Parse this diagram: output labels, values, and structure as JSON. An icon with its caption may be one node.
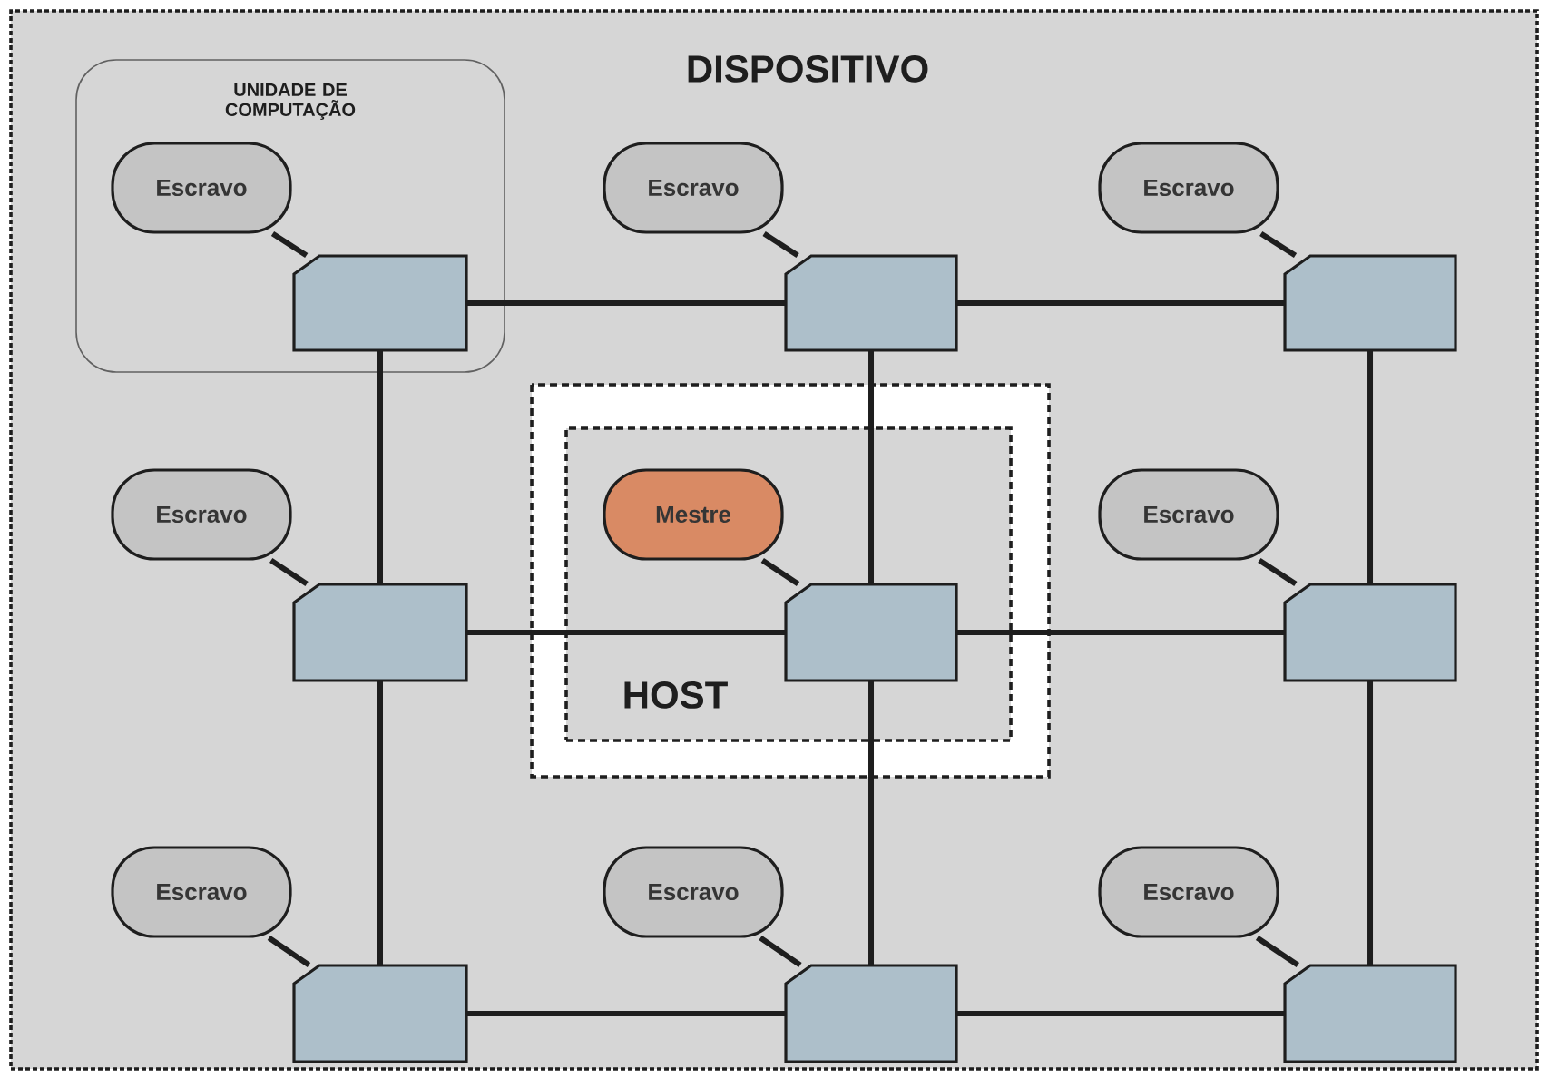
{
  "diagram": {
    "nodes": [
      {
        "text": [
          "DISPOSITIVO"
        ]
      },
      {
        "text": [
          "UNIDADE DE COMPUTAÇÃO"
        ],
        "in": 0
      },
      {
        "text": [
          "Escravo"
        ],
        "in": 1
      },
      {
        "text": [],
        "shape": "box",
        "in": 1
      },
      {
        "text": [
          "Escravo"
        ],
        "in": 0
      },
      {
        "text": [],
        "shape": "box",
        "in": 0
      },
      {
        "text": [
          "Escravo"
        ],
        "in": 0
      },
      {
        "text": [],
        "shape": "box",
        "in": 0
      },
      {
        "text": [
          "Escravo"
        ],
        "in": 0
      },
      {
        "text": [],
        "shape": "box",
        "in": 0
      },
      {
        "text": [
          "HOST"
        ],
        "in": 0
      },
      {
        "text": [
          "Mestre"
        ],
        "in": 10
      },
      {
        "text": [],
        "shape": "box",
        "in": 10
      },
      {
        "text": [
          "Escravo"
        ],
        "in": 0
      },
      {
        "text": [],
        "shape": "box",
        "in": 0
      },
      {
        "text": [
          "Escravo"
        ],
        "in": 0
      },
      {
        "text": [],
        "shape": "box",
        "in": 0
      },
      {
        "text": [
          "Escravo"
        ],
        "in": 0
      },
      {
        "text": [],
        "shape": "box",
        "in": 0
      },
      {
        "text": [
          "Escravo"
        ],
        "in": 0
      },
      {
        "text": [],
        "shape": "box",
        "in": 0
      }
    ],
    "edges": [
      {
        "from": 2,
        "to": 3,
        "arrow": "none"
      },
      {
        "from": 4,
        "to": 5,
        "arrow": "none"
      },
      {
        "from": 6,
        "to": 7,
        "arrow": "none"
      },
      {
        "from": 8,
        "to": 9,
        "arrow": "none"
      },
      {
        "from": 11,
        "to": 12,
        "arrow": "none"
      },
      {
        "from": 13,
        "to": 14,
        "arrow": "none"
      },
      {
        "from": 15,
        "to": 16,
        "arrow": "none"
      },
      {
        "from": 17,
        "to": 18,
        "arrow": "none"
      },
      {
        "from": 19,
        "to": 20,
        "arrow": "none"
      },
      {
        "from": 3,
        "to": 5,
        "arrow": "none"
      },
      {
        "from": 5,
        "to": 7,
        "arrow": "none"
      },
      {
        "from": 9,
        "to": 12,
        "arrow": "none"
      },
      {
        "from": 12,
        "to": 14,
        "arrow": "none"
      },
      {
        "from": 16,
        "to": 18,
        "arrow": "none"
      },
      {
        "from": 18,
        "to": 20,
        "arrow": "none"
      },
      {
        "from": 3,
        "to": 9,
        "arrow": "none"
      },
      {
        "from": 9,
        "to": 16,
        "arrow": "none"
      },
      {
        "from": 5,
        "to": 12,
        "arrow": "none"
      },
      {
        "from": 12,
        "to": 18,
        "arrow": "none"
      },
      {
        "from": 7,
        "to": 14,
        "arrow": "none"
      },
      {
        "from": 14,
        "to": 20,
        "arrow": "none"
      }
    ]
  }
}
